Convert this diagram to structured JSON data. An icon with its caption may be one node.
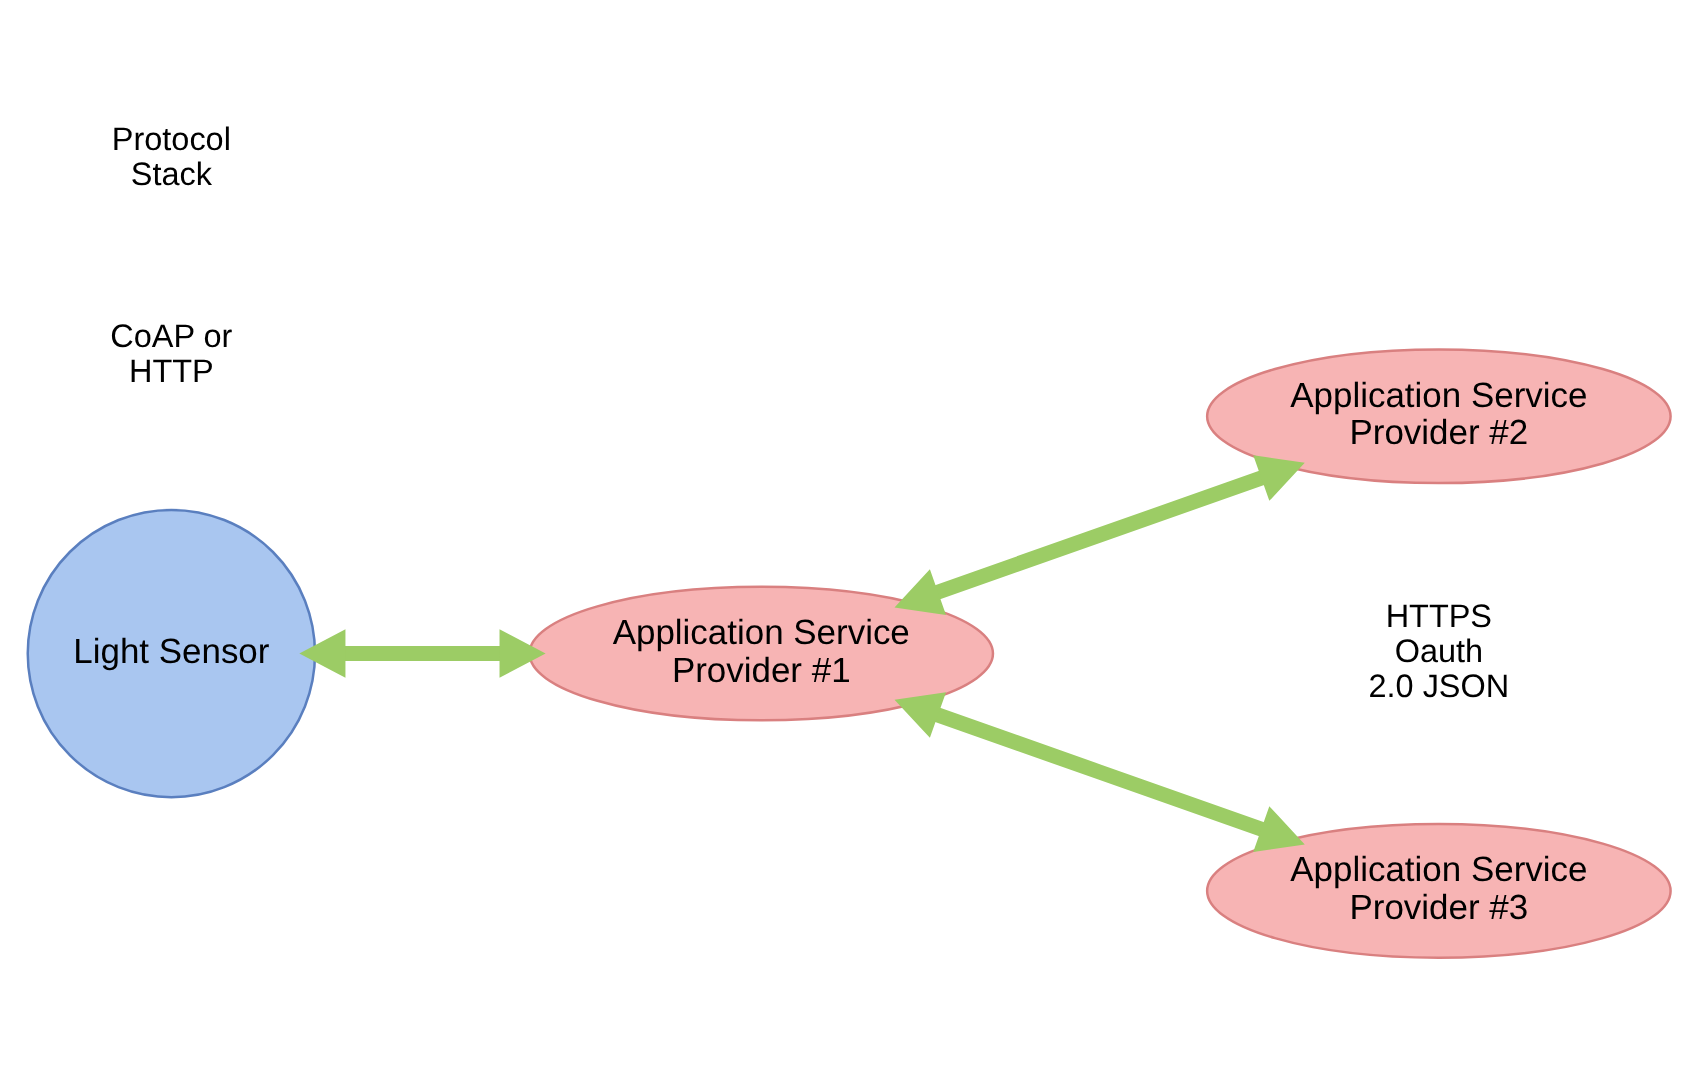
{
  "diagram": {
    "nodes": [
      {
        "text": [
          "Application Service Provider #2"
        ]
      },
      {
        "text": [
          "Application Service Provider #1"
        ]
      },
      {
        "text": [
          "Light Sensor"
        ]
      },
      {
        "text": [
          "Application Service Provider #3"
        ]
      }
    ],
    "edges": [
      {
        "from": 2,
        "to": 1,
        "arrow": "both"
      },
      {
        "from": 1,
        "to": 0,
        "arrow": "both"
      },
      {
        "from": 1,
        "to": 3,
        "arrow": "both"
      }
    ],
    "labels": [
      "Protocol Stack",
      "CoAP or HTTP",
      "HTTPS Oauth 2.0 JSON"
    ]
  }
}
